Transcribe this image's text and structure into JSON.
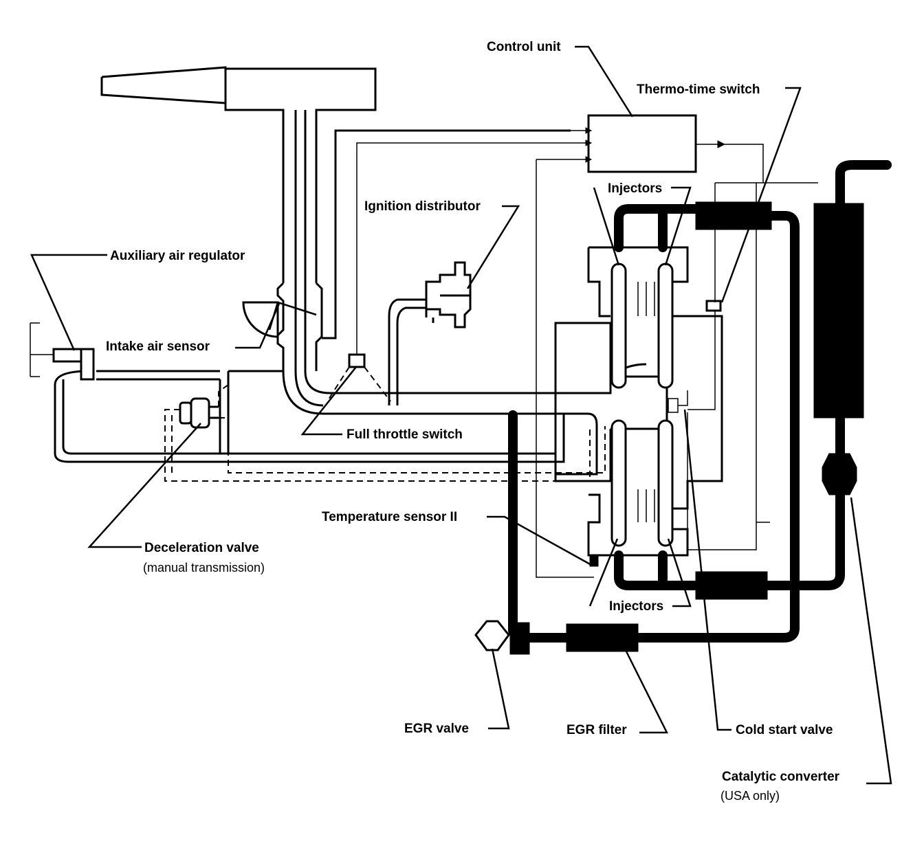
{
  "labels": {
    "control_unit": "Control unit",
    "thermo_time_switch": "Thermo-time switch",
    "injectors_top": "Injectors",
    "ignition_distributor": "Ignition distributor",
    "auxiliary_air_regulator": "Auxiliary air regulator",
    "intake_air_sensor": "Intake air sensor",
    "full_throttle_switch": "Full throttle switch",
    "temperature_sensor": "Temperature sensor II",
    "deceleration_valve": "Deceleration valve",
    "deceleration_valve_note": "(manual transmission)",
    "injectors_bottom": "Injectors",
    "egr_valve": "EGR valve",
    "egr_filter": "EGR filter",
    "cold_start_valve": "Cold start valve",
    "catalytic_converter": "Catalytic converter",
    "catalytic_converter_note": "(USA only)"
  }
}
